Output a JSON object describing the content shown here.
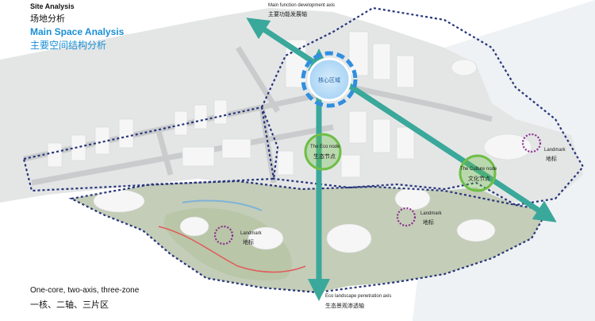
{
  "header": {
    "site_analysis_en": "Site Analysis",
    "site_analysis_zh": "场地分析",
    "main_space_en": "Main Space Analysis",
    "main_space_zh": "主要空间结构分析"
  },
  "axes": {
    "main_function_en": "Main function development axis",
    "main_function_zh": "主要功能发展轴",
    "eco_landscape_en": "Eco landscape penetration axis",
    "eco_landscape_zh": "生态景观渗透轴"
  },
  "core": {
    "label_zh": "核心区域"
  },
  "nodes": {
    "eco_en": "The Eco node",
    "eco_zh": "生态节点",
    "culture_en": "The Culture node",
    "culture_zh": "文化节点"
  },
  "landmarks": [
    {
      "en": "Landmark",
      "zh": "地标"
    },
    {
      "en": "Landmark",
      "zh": "地标"
    },
    {
      "en": "Landmark",
      "zh": "地标"
    }
  ],
  "summary": {
    "structure_en": "One-core, two-axis, three-zone",
    "structure_zh": "一核、二轴、三片区"
  },
  "colors": {
    "teal_axis": "#3aa89a",
    "core_blue": "#2f8fe0",
    "node_green": "#6ebe46",
    "landmark_purple": "#8a2d8f",
    "boundary_navy": "#28357a",
    "water": "#eef2f4",
    "land": "#c4cdb8"
  }
}
